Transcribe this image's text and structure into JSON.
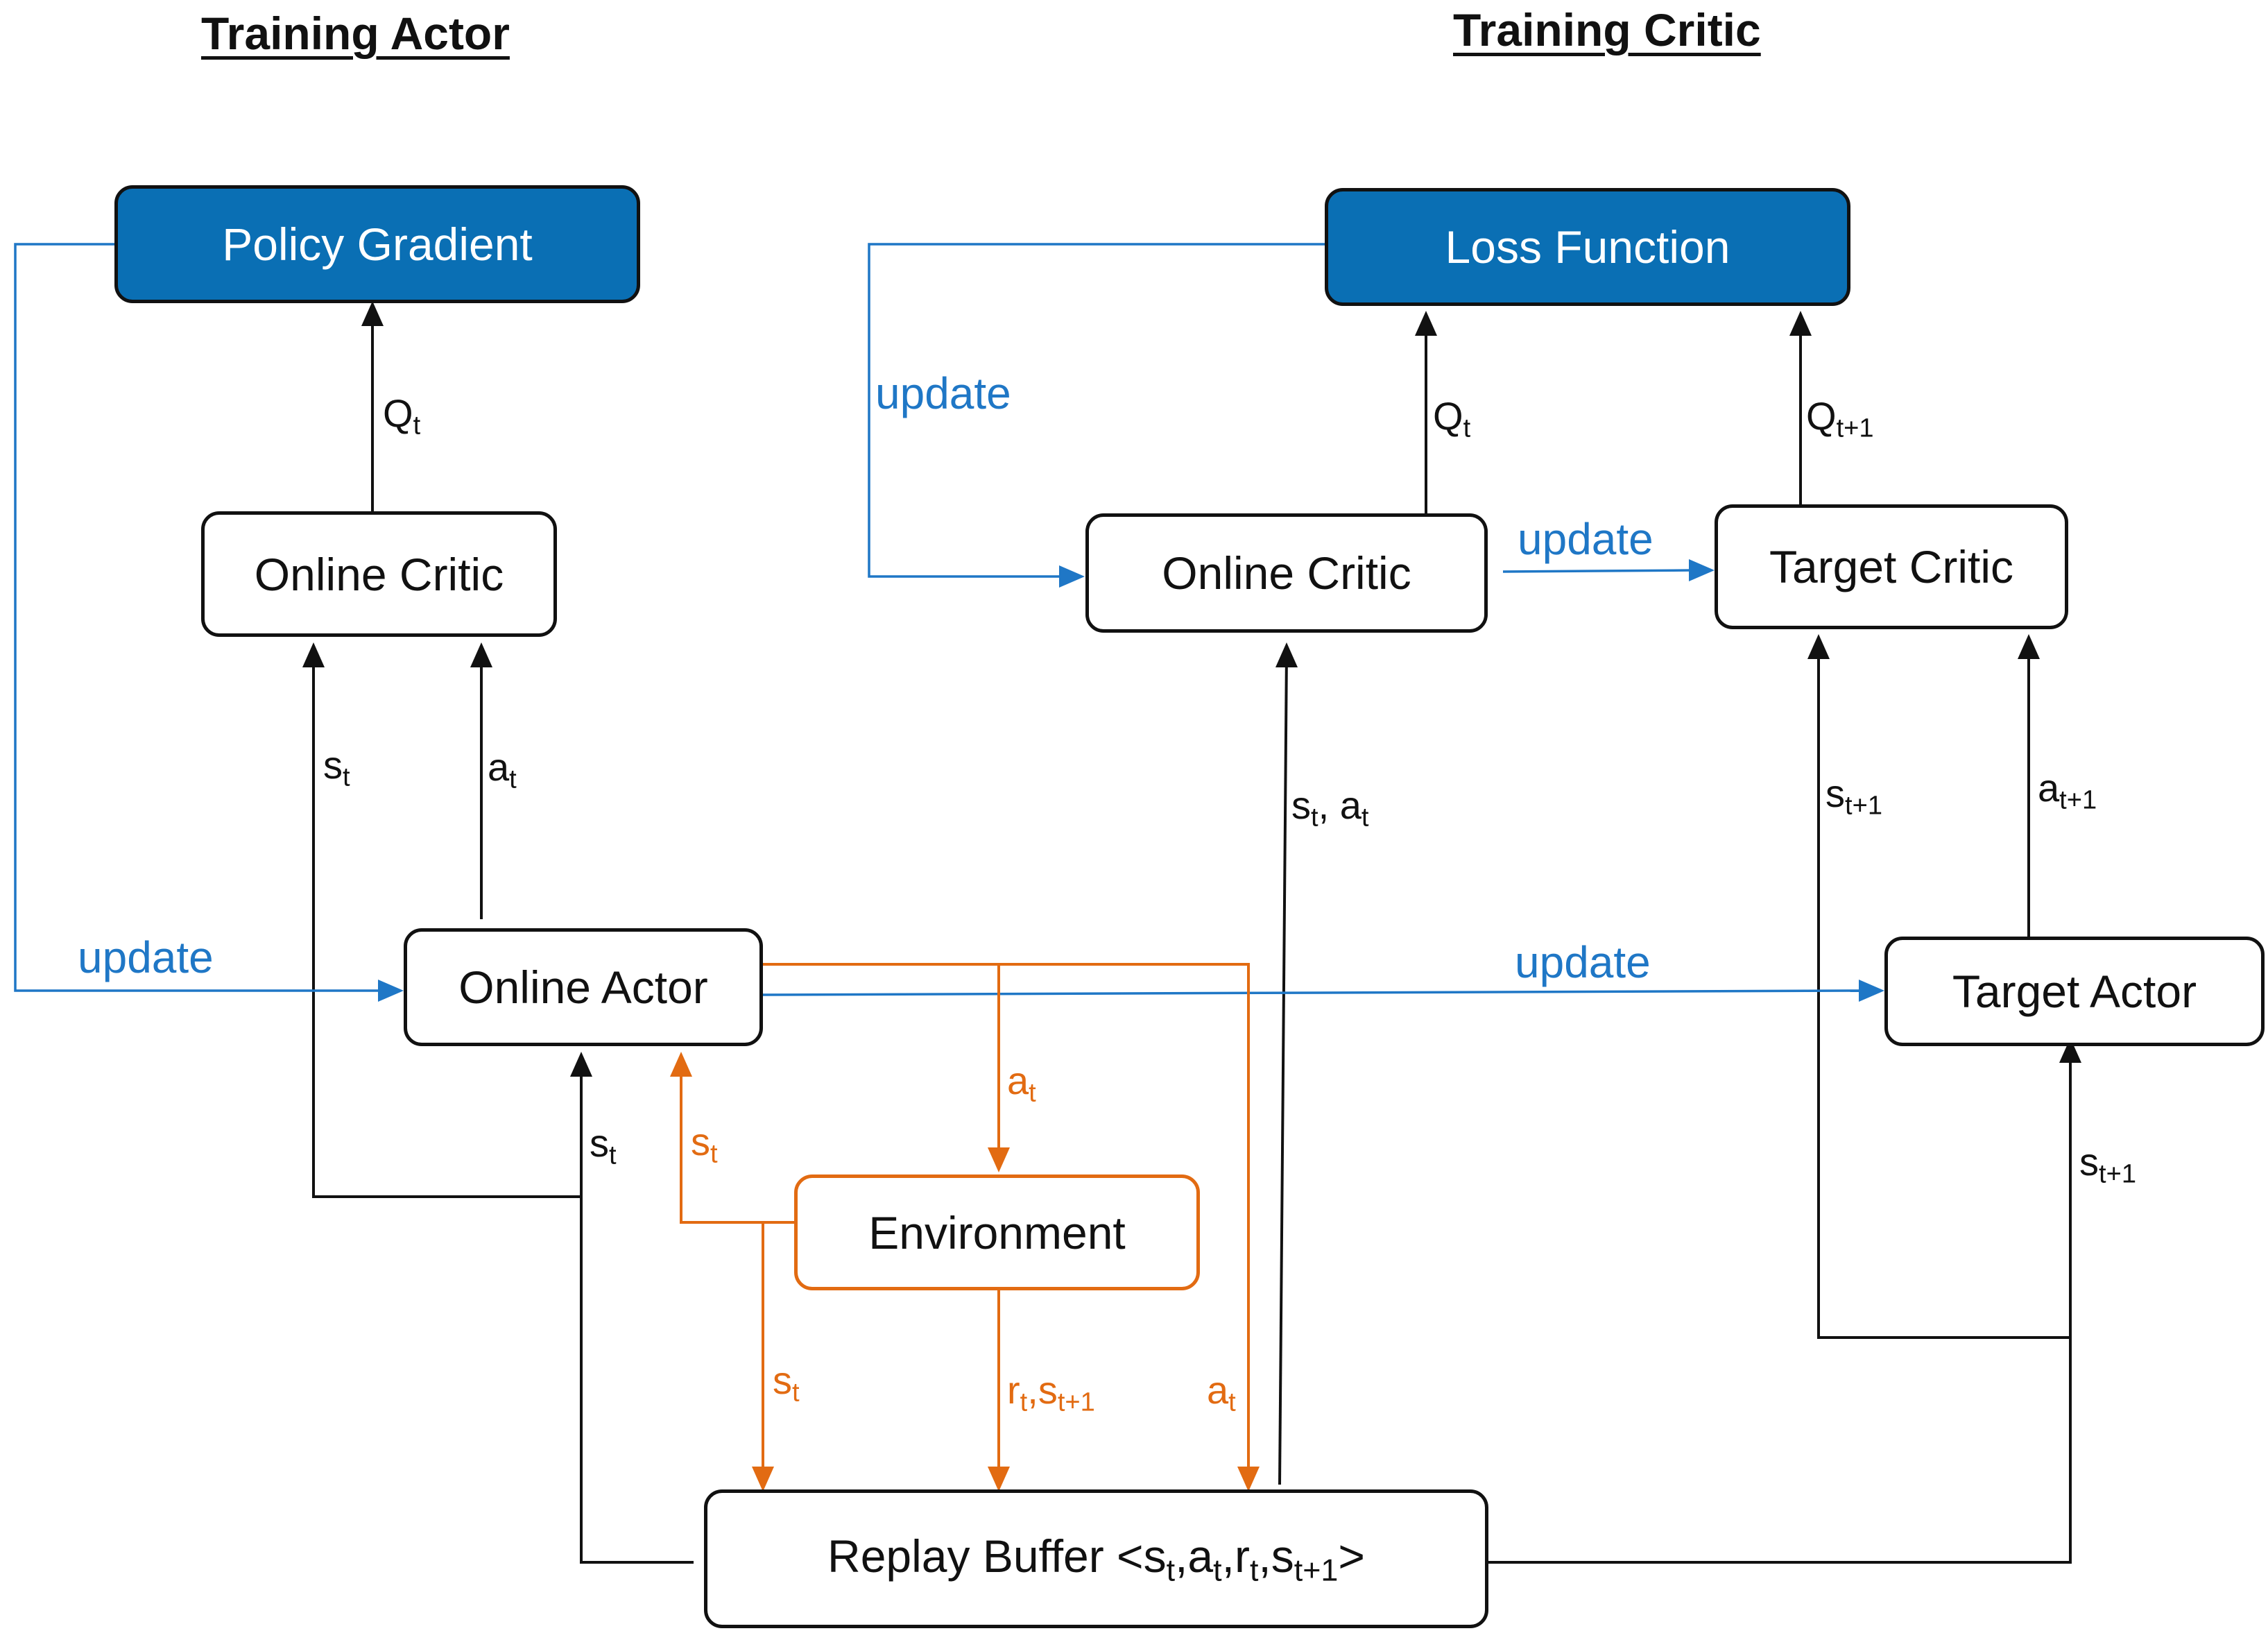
{
  "titles": {
    "left": "Training Actor",
    "right": "Training Critic"
  },
  "nodes": {
    "policy_gradient": "Policy Gradient",
    "loss_function": "Loss Function",
    "online_critic_left": "Online Critic",
    "online_critic_right": "Online Critic",
    "target_critic": "Target Critic",
    "online_actor": "Online Actor",
    "target_actor": "Target Actor",
    "environment": "Environment",
    "replay_buffer": "Replay Buffer <",
    "replay_buffer_tail": ">"
  },
  "labels": {
    "update": "update",
    "Q": "Q",
    "s": "s",
    "a": "a",
    "r": "r",
    "sub_t": "t",
    "sub_t1": "t+1",
    "comma": ",",
    "comma_space": ", "
  },
  "colors": {
    "black": "#111111",
    "blue_box": "#0a6fb4",
    "blue_line": "#1f77c6",
    "orange": "#e26b12"
  }
}
